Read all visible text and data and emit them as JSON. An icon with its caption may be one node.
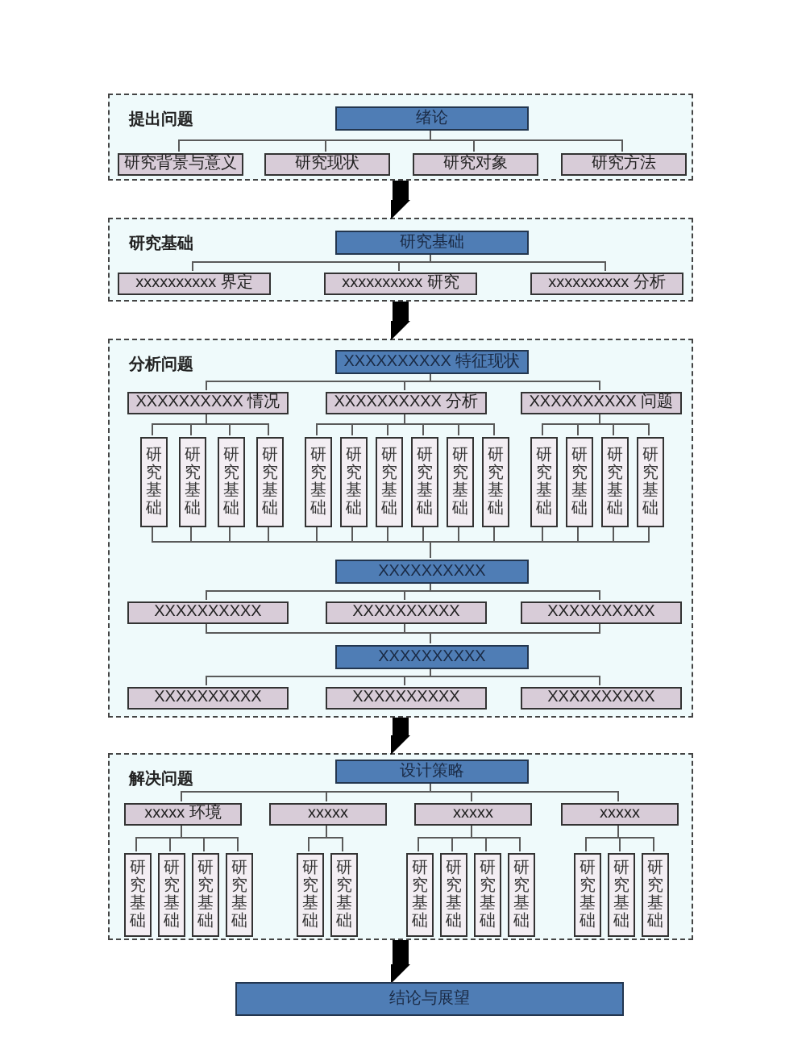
{
  "diagram": {
    "nodes": [
      {
        "text": [
          "提出问题"
        ]
      },
      {
        "text": [
          "绪论"
        ],
        "in": 0
      },
      {
        "text": [
          "研究背景与意义"
        ],
        "in": 0
      },
      {
        "text": [
          "研究现状"
        ],
        "in": 0
      },
      {
        "text": [
          "研究对象"
        ],
        "in": 0
      },
      {
        "text": [
          "研究方法"
        ],
        "in": 0
      },
      {
        "text": [
          "研究基础"
        ]
      },
      {
        "text": [
          "研究基础"
        ],
        "in": 6
      },
      {
        "text": [
          "xxxxxxxxxx 界定"
        ],
        "in": 6
      },
      {
        "text": [
          "xxxxxxxxxx 研究"
        ],
        "in": 6
      },
      {
        "text": [
          "xxxxxxxxxx 分析"
        ],
        "in": 6
      },
      {
        "text": [
          "分析问题"
        ]
      },
      {
        "text": [
          "XXXXXXXXXX 特征现状"
        ],
        "in": 11
      },
      {
        "text": [
          "XXXXXXXXXX 情况"
        ],
        "in": 11
      },
      {
        "text": [
          "XXXXXXXXXX 分析"
        ],
        "in": 11
      },
      {
        "text": [
          "XXXXXXXXXX 问题"
        ],
        "in": 11
      },
      {
        "text": [
          "研究基础"
        ],
        "in": 11
      },
      {
        "text": [
          "研究基础"
        ],
        "in": 11
      },
      {
        "text": [
          "研究基础"
        ],
        "in": 11
      },
      {
        "text": [
          "研究基础"
        ],
        "in": 11
      },
      {
        "text": [
          "研究基础"
        ],
        "in": 11
      },
      {
        "text": [
          "研究基础"
        ],
        "in": 11
      },
      {
        "text": [
          "研究基础"
        ],
        "in": 11
      },
      {
        "text": [
          "研究基础"
        ],
        "in": 11
      },
      {
        "text": [
          "研究基础"
        ],
        "in": 11
      },
      {
        "text": [
          "研究基础"
        ],
        "in": 11
      },
      {
        "text": [
          "研究基础"
        ],
        "in": 11
      },
      {
        "text": [
          "研究基础"
        ],
        "in": 11
      },
      {
        "text": [
          "研究基础"
        ],
        "in": 11
      },
      {
        "text": [
          "研究基础"
        ],
        "in": 11
      },
      {
        "text": [
          "XXXXXXXXXX"
        ],
        "in": 11
      },
      {
        "text": [
          "XXXXXXXXXX"
        ],
        "in": 11
      },
      {
        "text": [
          "XXXXXXXXXX"
        ],
        "in": 11
      },
      {
        "text": [
          "XXXXXXXXXX"
        ],
        "in": 11
      },
      {
        "text": [
          "XXXXXXXXXX"
        ],
        "in": 11
      },
      {
        "text": [
          "XXXXXXXXXX"
        ],
        "in": 11
      },
      {
        "text": [
          "XXXXXXXXXX"
        ],
        "in": 11
      },
      {
        "text": [
          "XXXXXXXXXX"
        ],
        "in": 11
      },
      {
        "text": [
          "解决问题"
        ]
      },
      {
        "text": [
          "设计策略"
        ],
        "in": 38
      },
      {
        "text": [
          "xxxxx 环境"
        ],
        "in": 38
      },
      {
        "text": [
          "xxxxx"
        ],
        "in": 38
      },
      {
        "text": [
          "xxxxx"
        ],
        "in": 38
      },
      {
        "text": [
          "xxxxx"
        ],
        "in": 38
      },
      {
        "text": [
          "研究基础"
        ],
        "in": 38
      },
      {
        "text": [
          "研究基础"
        ],
        "in": 38
      },
      {
        "text": [
          "研究基础"
        ],
        "in": 38
      },
      {
        "text": [
          "研究基础"
        ],
        "in": 38
      },
      {
        "text": [
          "研究基础"
        ],
        "in": 38
      },
      {
        "text": [
          "研究基础"
        ],
        "in": 38
      },
      {
        "text": [
          "研究基础"
        ],
        "in": 38
      },
      {
        "text": [
          "研究基础"
        ],
        "in": 38
      },
      {
        "text": [
          "研究基础"
        ],
        "in": 38
      },
      {
        "text": [
          "研究基础"
        ],
        "in": 38
      },
      {
        "text": [
          "研究基础"
        ],
        "in": 38
      },
      {
        "text": [
          "研究基础"
        ],
        "in": 38
      },
      {
        "text": [
          "研究基础"
        ],
        "in": 38
      },
      {
        "text": [
          "结论与展望"
        ]
      }
    ],
    "edges": [
      {
        "from": 1,
        "to": 2,
        "arrow": "none"
      },
      {
        "from": 1,
        "to": 3,
        "arrow": "none"
      },
      {
        "from": 1,
        "to": 4,
        "arrow": "none"
      },
      {
        "from": 1,
        "to": 5,
        "arrow": "none"
      },
      {
        "from": 0,
        "to": 6,
        "arrow": "to",
        "style": "thick"
      },
      {
        "from": 7,
        "to": 8,
        "arrow": "none"
      },
      {
        "from": 7,
        "to": 9,
        "arrow": "none"
      },
      {
        "from": 7,
        "to": 10,
        "arrow": "none"
      },
      {
        "from": 6,
        "to": 11,
        "arrow": "to",
        "style": "thick"
      },
      {
        "from": 12,
        "to": 13,
        "arrow": "none"
      },
      {
        "from": 12,
        "to": 14,
        "arrow": "none"
      },
      {
        "from": 12,
        "to": 15,
        "arrow": "none"
      },
      {
        "from": 13,
        "to": 16,
        "arrow": "none"
      },
      {
        "from": 13,
        "to": 17,
        "arrow": "none"
      },
      {
        "from": 13,
        "to": 18,
        "arrow": "none"
      },
      {
        "from": 13,
        "to": 19,
        "arrow": "none"
      },
      {
        "from": 14,
        "to": 20,
        "arrow": "none"
      },
      {
        "from": 14,
        "to": 21,
        "arrow": "none"
      },
      {
        "from": 14,
        "to": 22,
        "arrow": "none"
      },
      {
        "from": 14,
        "to": 23,
        "arrow": "none"
      },
      {
        "from": 14,
        "to": 24,
        "arrow": "none"
      },
      {
        "from": 14,
        "to": 25,
        "arrow": "none"
      },
      {
        "from": 15,
        "to": 26,
        "arrow": "none"
      },
      {
        "from": 15,
        "to": 27,
        "arrow": "none"
      },
      {
        "from": 15,
        "to": 28,
        "arrow": "none"
      },
      {
        "from": 15,
        "to": 29,
        "arrow": "none"
      },
      {
        "from": 16,
        "to": 30,
        "arrow": "none"
      },
      {
        "from": 17,
        "to": 30,
        "arrow": "none"
      },
      {
        "from": 18,
        "to": 30,
        "arrow": "none"
      },
      {
        "from": 19,
        "to": 30,
        "arrow": "none"
      },
      {
        "from": 20,
        "to": 30,
        "arrow": "none"
      },
      {
        "from": 21,
        "to": 30,
        "arrow": "none"
      },
      {
        "from": 22,
        "to": 30,
        "arrow": "none"
      },
      {
        "from": 23,
        "to": 30,
        "arrow": "none"
      },
      {
        "from": 24,
        "to": 30,
        "arrow": "none"
      },
      {
        "from": 25,
        "to": 30,
        "arrow": "none"
      },
      {
        "from": 26,
        "to": 30,
        "arrow": "none"
      },
      {
        "from": 27,
        "to": 30,
        "arrow": "none"
      },
      {
        "from": 28,
        "to": 30,
        "arrow": "none"
      },
      {
        "from": 29,
        "to": 30,
        "arrow": "none"
      },
      {
        "from": 30,
        "to": 31,
        "arrow": "none"
      },
      {
        "from": 30,
        "to": 32,
        "arrow": "none"
      },
      {
        "from": 30,
        "to": 33,
        "arrow": "none"
      },
      {
        "from": 31,
        "to": 34,
        "arrow": "none"
      },
      {
        "from": 32,
        "to": 34,
        "arrow": "none"
      },
      {
        "from": 33,
        "to": 34,
        "arrow": "none"
      },
      {
        "from": 34,
        "to": 35,
        "arrow": "none"
      },
      {
        "from": 34,
        "to": 36,
        "arrow": "none"
      },
      {
        "from": 34,
        "to": 37,
        "arrow": "none"
      },
      {
        "from": 11,
        "to": 38,
        "arrow": "to",
        "style": "thick"
      },
      {
        "from": 39,
        "to": 40,
        "arrow": "none"
      },
      {
        "from": 39,
        "to": 41,
        "arrow": "none"
      },
      {
        "from": 39,
        "to": 42,
        "arrow": "none"
      },
      {
        "from": 39,
        "to": 43,
        "arrow": "none"
      },
      {
        "from": 40,
        "to": 44,
        "arrow": "none"
      },
      {
        "from": 40,
        "to": 45,
        "arrow": "none"
      },
      {
        "from": 40,
        "to": 46,
        "arrow": "none"
      },
      {
        "from": 40,
        "to": 47,
        "arrow": "none"
      },
      {
        "from": 41,
        "to": 48,
        "arrow": "none"
      },
      {
        "from": 41,
        "to": 49,
        "arrow": "none"
      },
      {
        "from": 42,
        "to": 50,
        "arrow": "none"
      },
      {
        "from": 42,
        "to": 51,
        "arrow": "none"
      },
      {
        "from": 42,
        "to": 52,
        "arrow": "none"
      },
      {
        "from": 42,
        "to": 53,
        "arrow": "none"
      },
      {
        "from": 43,
        "to": 54,
        "arrow": "none"
      },
      {
        "from": 43,
        "to": 55,
        "arrow": "none"
      },
      {
        "from": 43,
        "to": 56,
        "arrow": "none"
      },
      {
        "from": 38,
        "to": 57,
        "arrow": "to",
        "style": "thick"
      }
    ]
  }
}
